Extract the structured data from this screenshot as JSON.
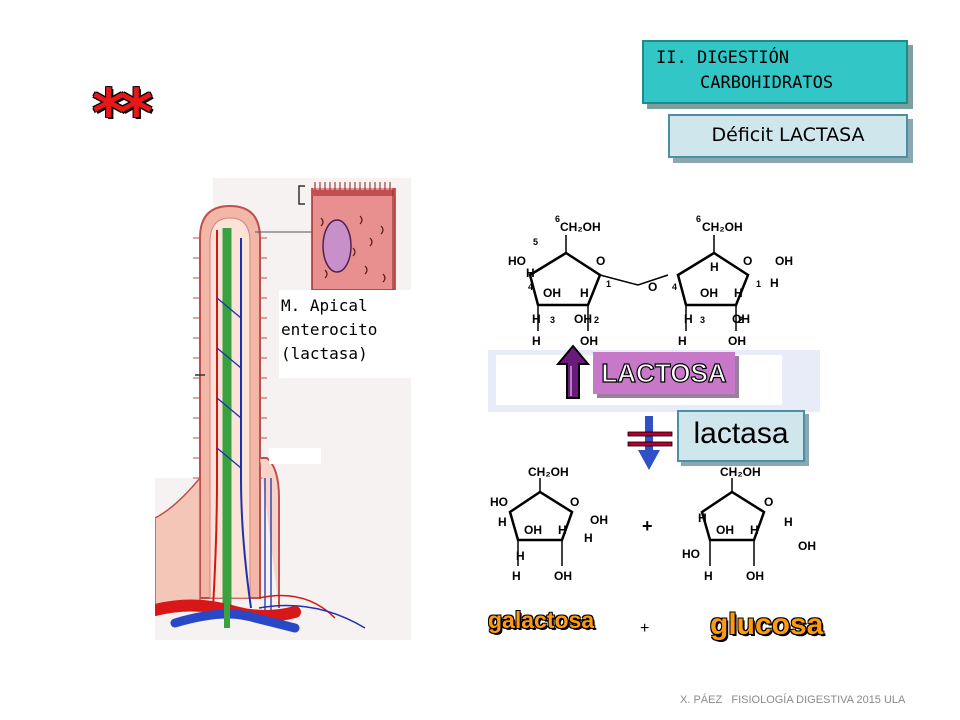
{
  "header": {
    "section_line1": "II.  DIGESTIÓN",
    "section_line2": "CARBOHIDRATOS",
    "subtitle": "Déficit LACTASA",
    "stars": "**"
  },
  "villus": {
    "label_line1": "M. Apical",
    "label_line2": "enterocito",
    "label_line3": "(lactasa)"
  },
  "reaction": {
    "substrate": "LACTOSA",
    "enzyme": "lactasa",
    "product_1": "galactosa",
    "product_2": "glucosa",
    "plus_small": "+",
    "plus_between": "+"
  },
  "molecule_labels": {
    "ch2oh": "CH₂OH",
    "oh": "OH",
    "ho": "HO",
    "h": "H",
    "o": "O",
    "c6": "6",
    "c5": "5",
    "c4": "4",
    "c3": "3",
    "c2": "2",
    "c1": "1"
  },
  "colors": {
    "teal_box": "#33c6c6",
    "light_box": "#cfe6ec",
    "lactosa_box": "#c878c8",
    "arrow_up": "#6a1a7a",
    "arrow_down": "#3050c8",
    "inhibition_bar": "#b80030",
    "orange_text": "#ff9a10",
    "stars": "#e81818"
  },
  "footer": {
    "credit": "X. PÁEZ   FISIOLOGÍA DIGESTIVA 2015 ULA"
  }
}
